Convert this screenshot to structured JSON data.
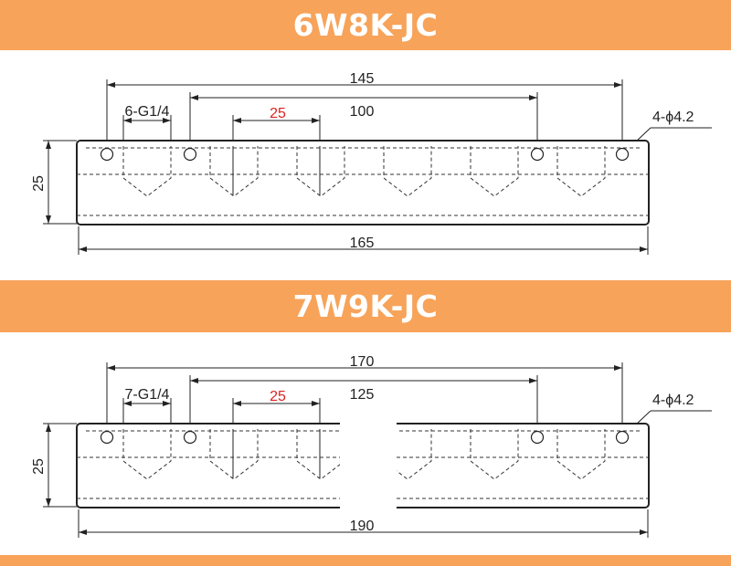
{
  "colors": {
    "banner": "#f7a35a",
    "highlight": "#e02020",
    "line": "#222222"
  },
  "drawings": [
    {
      "title": "6W8K-JC",
      "dim_overall_holes": "145",
      "dim_inner_holes": "100",
      "dim_pitch": "25",
      "port_label": "6-G1/4",
      "hole_label": "4-ϕ4.2",
      "dim_height": "25",
      "dim_length": "165"
    },
    {
      "title": "7W9K-JC",
      "dim_overall_holes": "170",
      "dim_inner_holes": "125",
      "dim_pitch": "25",
      "port_label": "7-G1/4",
      "hole_label": "4-ϕ4.2",
      "dim_height": "25",
      "dim_length": "190"
    }
  ]
}
